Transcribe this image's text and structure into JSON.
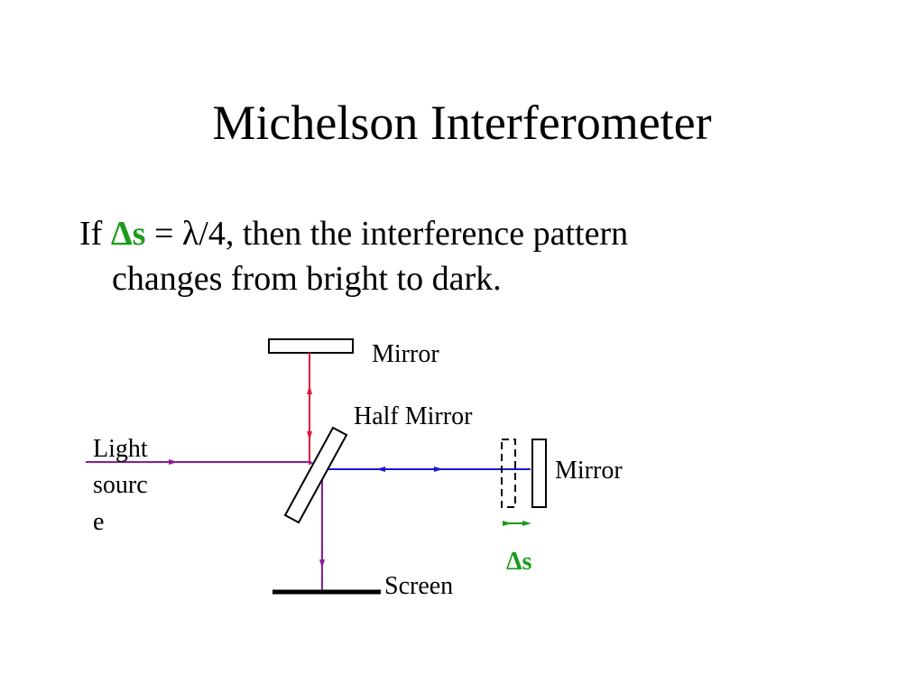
{
  "title": "Michelson Interferometer",
  "bullet": {
    "if": "If ",
    "delta_s": "Δs",
    "equals_text": " = λ/4, then the interference pattern",
    "line2": "changes from bright to dark."
  },
  "diagram": {
    "labels": {
      "top_mirror": "Mirror",
      "half_mirror": "Half Mirror",
      "right_mirror": "Mirror",
      "light_source_line1": "Light",
      "light_source_line2": "sourc",
      "light_source_line3": "e",
      "screen": "Screen",
      "delta_s": "Δs"
    },
    "colors": {
      "source_beam": "#8b1a9a",
      "vertical_up_beam": "#e0183c",
      "horizontal_right_beam": "#1818cc",
      "down_beam": "#8b1a9a",
      "delta_s_arrow": "#1a9b1a",
      "delta_s_text": "#1a9b1a"
    }
  }
}
